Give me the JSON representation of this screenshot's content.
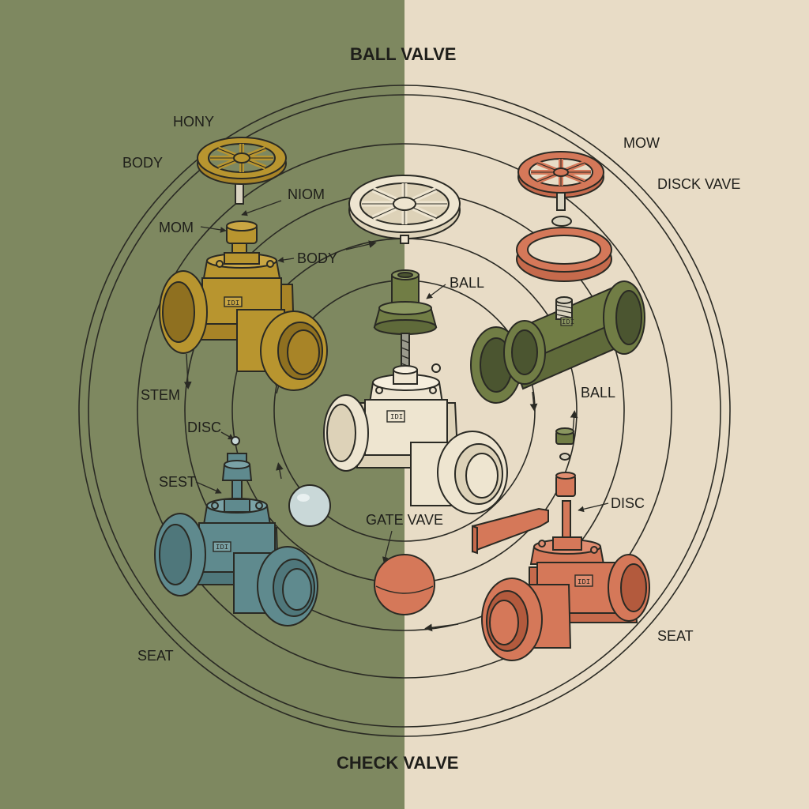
{
  "diagram": {
    "title_top": "BALL VALVE",
    "title_bottom": "CHECK VALVE",
    "labels": {
      "hony": "HONY",
      "body_left": "BODY",
      "niom": "NIOM",
      "mom": "MOM",
      "body_mid": "BODY",
      "ball_top": "BALL",
      "mow": "MOW",
      "disck_vave": "DISCK VAVE",
      "stem": "STEM",
      "disc_left": "DISC",
      "sest": "SEST",
      "ball_right": "BALL",
      "disc_right": "DISC",
      "gate_vave": "GATE VAVE",
      "seat_right": "SEAT",
      "seat_left": "SEAT"
    },
    "plate_text": "IDI",
    "colors": {
      "olive_bg": "#7e8860",
      "cream_bg": "#e8dcc6",
      "ink": "#2a2a24",
      "ochre": "#b8952f",
      "cream_part": "#eee5d0",
      "sage": "#717d45",
      "terracotta": "#d57859",
      "teal": "#5f8a8e",
      "glass": "#c9d8d8"
    }
  }
}
